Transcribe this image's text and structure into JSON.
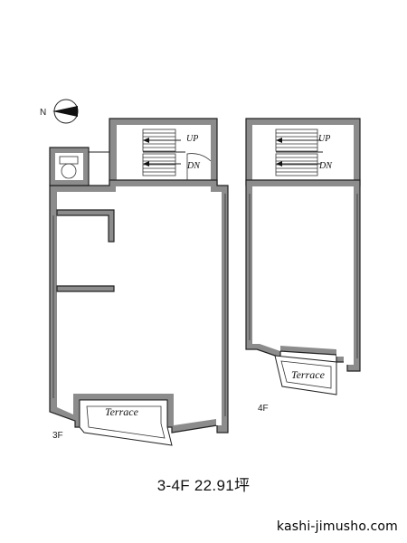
{
  "compass": {
    "north_label": "N"
  },
  "floors": [
    {
      "id": "3f",
      "label": "3F",
      "stairs_up": "UP",
      "stairs_down": "DN",
      "terrace": "Terrace"
    },
    {
      "id": "4f",
      "label": "4F",
      "stairs_up": "UP",
      "stairs_down": "DN",
      "terrace": "Terrace"
    }
  ],
  "caption": "3-4F 22.91坪",
  "website": "kashi-jimusho.com"
}
